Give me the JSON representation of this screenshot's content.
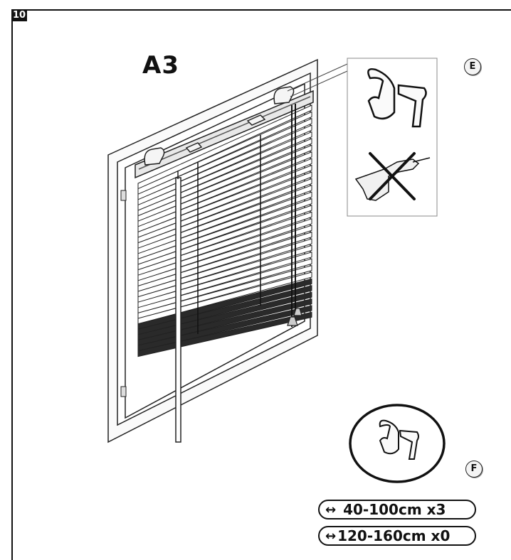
{
  "page": {
    "number": "10",
    "step_title": "A3"
  },
  "callouts": {
    "e": "E",
    "f": "F"
  },
  "icons": {
    "arrow": "↔"
  },
  "spec_rows": [
    {
      "label": "40-100cm x3"
    },
    {
      "label": "120-160cm x0"
    }
  ],
  "colors": {
    "ink": "#111111",
    "paper": "#ffffff",
    "slat_dark": "#2a2a2a"
  }
}
